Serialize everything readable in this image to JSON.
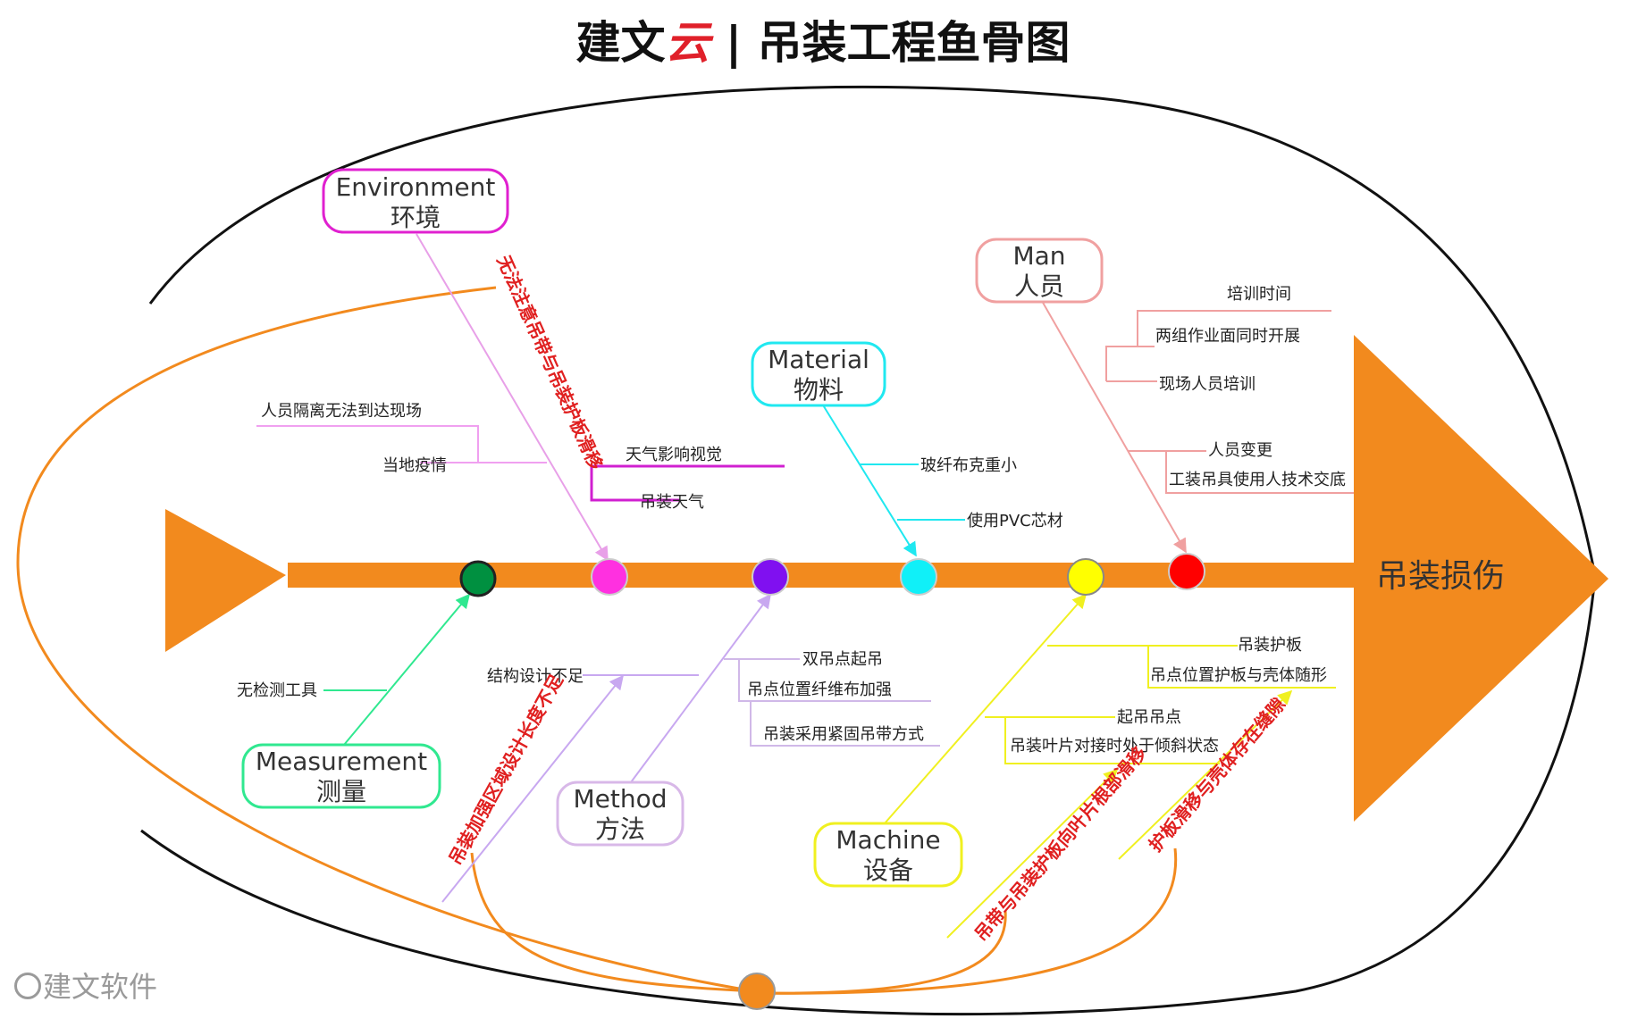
{
  "title": {
    "part1": "建文",
    "accent": "云",
    "part2": " | 吊装工程鱼骨图"
  },
  "effect": "吊装损伤",
  "watermark": "建文软件",
  "categories": {
    "environment": {
      "en": "Environment",
      "zh": "环境",
      "color": "#e020d0"
    },
    "man": {
      "en": "Man",
      "zh": "人员",
      "color": "#f0a0a0"
    },
    "material": {
      "en": "Material",
      "zh": "物料",
      "color": "#20e8f0"
    },
    "measurement": {
      "en": "Measurement",
      "zh": "测量",
      "color": "#30e890"
    },
    "method": {
      "en": "Method",
      "zh": "方法",
      "color": "#d8b8e8"
    },
    "machine": {
      "en": "Machine",
      "zh": "设备",
      "color": "#f0f020"
    }
  },
  "causes": {
    "c1": "人员隔离无法到达现场",
    "c2": "当地疫情",
    "c3": "天气影响视觉",
    "c4": "吊装天气",
    "c5": "玻纤布克重小",
    "c6": "使用PVC芯材",
    "c7": "培训时间",
    "c8": "两组作业面同时开展",
    "c9": "现场人员培训",
    "c10": "人员变更",
    "c11": "工装吊具使用人技术交底",
    "c12": "无检测工具",
    "c13": "结构设计不足",
    "c14": "双吊点起吊",
    "c15": "吊点位置纤维布加强",
    "c16": "吊装采用紧固吊带方式",
    "c17": "吊装护板",
    "c18": "吊点位置护板与壳体随形",
    "c19": "起吊吊点",
    "c20": "吊装叶片对接时处于倾斜状态"
  },
  "failure_modes": {
    "f1": "无法注意吊带与吊装护板滑移",
    "f2": "吊装加强区域设计长度不足",
    "f3": "吊带与吊装护板向叶片根部滑移",
    "f4": "护板滑移与壳体存在缝隙"
  },
  "colors": {
    "spine": "#f28a1e",
    "node_measurement": "#009040",
    "node_environment": "#ff30e0",
    "node_method": "#8010f0",
    "node_material": "#10f0f8",
    "node_machine": "#ffff00",
    "node_man": "#ff0000",
    "failure_text": "#e02020"
  }
}
